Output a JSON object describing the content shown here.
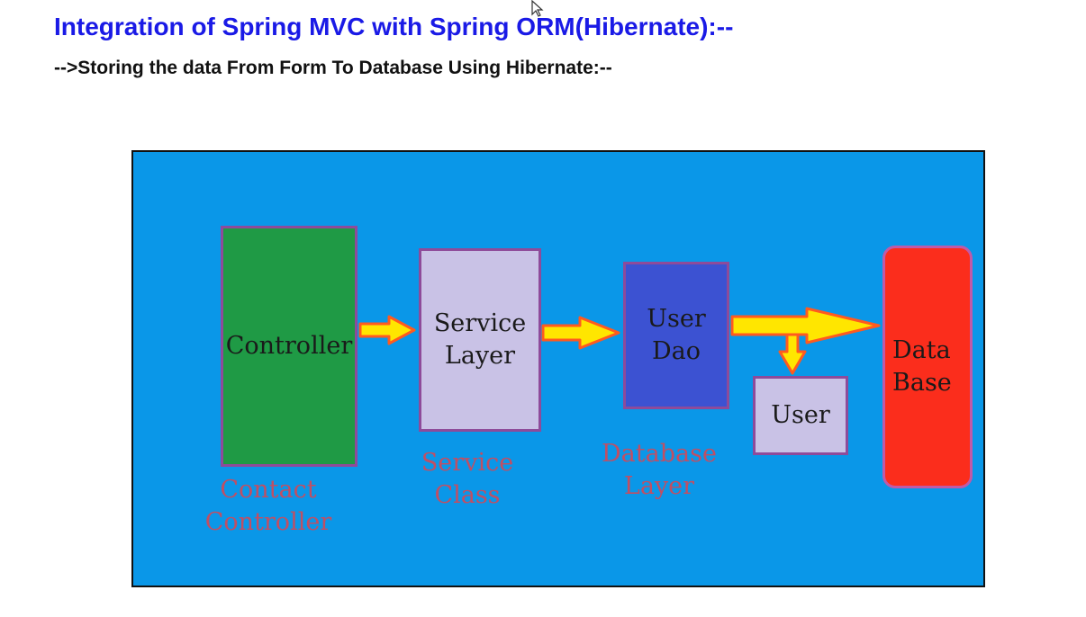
{
  "page": {
    "title": "Integration of Spring MVC with Spring ORM(Hibernate):--",
    "subtitle": "-->Storing the data From Form To Database Using Hibernate:--"
  },
  "diagram": {
    "colors": {
      "panel": "#0a97e8",
      "controller": "#1f9a45",
      "service": "#c9c2e6",
      "dao": "#3c52d2",
      "user": "#c9c2e6",
      "database": "#fb2d1c",
      "arrow_fill": "#ffe600",
      "arrow_stroke": "#ff5a1f",
      "caption": "#e0434e"
    },
    "nodes": {
      "controller": "Controller",
      "service": "Service\nLayer",
      "dao": "User\nDao",
      "user": "User",
      "database": "Data\nBase"
    },
    "captions": {
      "controller": "Contact\nController",
      "service": "Service\nClass",
      "database": "Database\nLayer"
    },
    "edges": [
      {
        "from": "controller",
        "to": "service"
      },
      {
        "from": "service",
        "to": "dao"
      },
      {
        "from": "dao",
        "to": "database"
      },
      {
        "from": "dao-arrow",
        "to": "user"
      }
    ]
  }
}
